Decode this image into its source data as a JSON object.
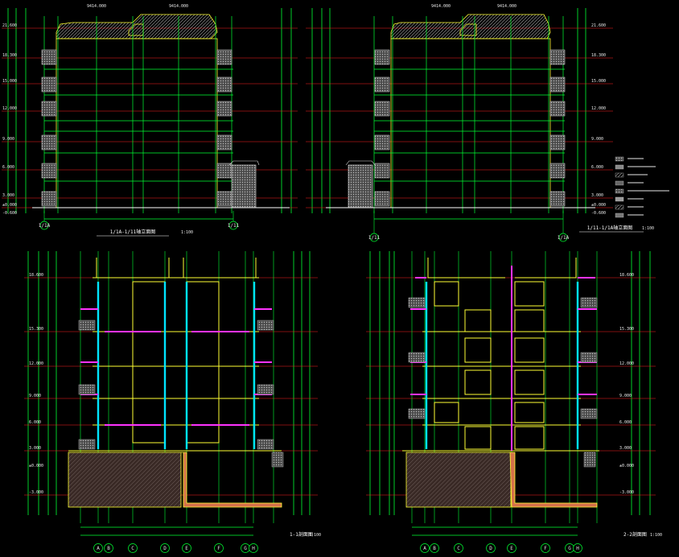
{
  "drawings": {
    "elev_left": {
      "title": "1/1A-1/11轴立面图",
      "scale": "1:100",
      "axis_left": "1/1A",
      "axis_right": "1/11",
      "top_width_dims": [
        "9414.000",
        "9414.000"
      ],
      "level_labels": [
        "21.600",
        "18.300",
        "15.000",
        "12.000",
        "9.000",
        "6.000",
        "3.000",
        "±0.000",
        "-0.600"
      ]
    },
    "elev_right": {
      "title": "1/11-1/1A轴立面图",
      "scale": "1:100",
      "axis_left": "1/11",
      "axis_right": "1/1A",
      "top_width_dims": [
        "9414.000",
        "9414.000"
      ],
      "level_labels": [
        "21.600",
        "18.300",
        "15.000",
        "12.000",
        "9.000",
        "6.000",
        "3.000",
        "±0.000",
        "-0.600"
      ]
    },
    "section_1": {
      "title": "1-1剖面图",
      "scale": "1:100",
      "axes": [
        "A",
        "B",
        "C",
        "D",
        "E",
        "F",
        "G",
        "H"
      ],
      "level_labels": [
        "18.600",
        "15.300",
        "12.000",
        "9.000",
        "6.000",
        "3.000",
        "±0.000",
        "-3.000"
      ]
    },
    "section_2": {
      "title": "2-2剖面图",
      "scale": "1:100",
      "axes": [
        "A",
        "B",
        "C",
        "D",
        "E",
        "F",
        "G",
        "H"
      ],
      "level_labels": [
        "18.600",
        "15.300",
        "12.000",
        "9.000",
        "6.000",
        "3.000",
        "±0.000",
        "-3.000"
      ]
    }
  },
  "colors": {
    "background": "#000000",
    "grid_line": "#00ff33",
    "level_line": "#ff2020",
    "outline": "#ffff33",
    "wall_cyan": "#00e5ff",
    "slab_magenta": "#ff33ff",
    "hatch": "#b8b8b8",
    "dim_text": "#e8e8e8"
  }
}
